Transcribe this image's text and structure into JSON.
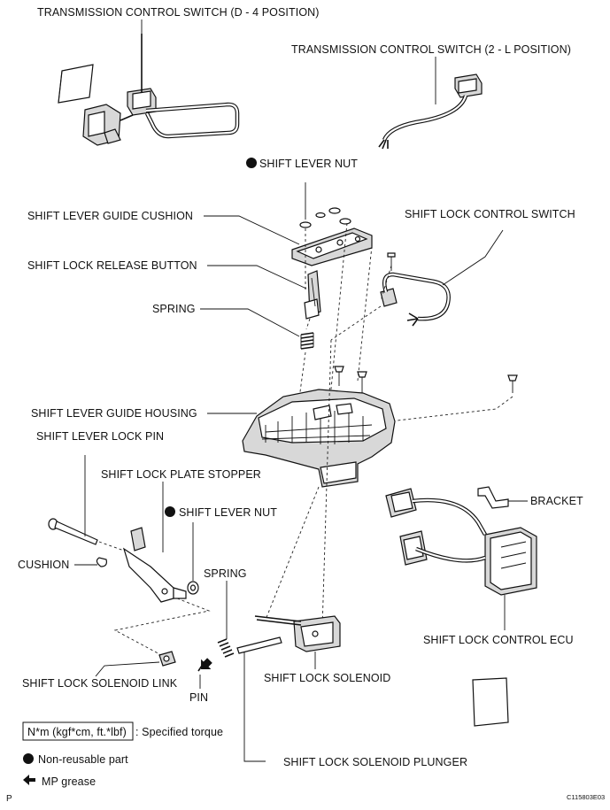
{
  "labels": {
    "tcs_d4": "TRANSMISSION CONTROL SWITCH (D - 4 POSITION)",
    "tcs_2l": "TRANSMISSION CONTROL SWITCH (2 - L POSITION)",
    "shift_lever_nut_top": "SHIFT LEVER NUT",
    "guide_cushion": "SHIFT LEVER GUIDE CUSHION",
    "shift_lock_control_switch": "SHIFT LOCK CONTROL SWITCH",
    "release_button": "SHIFT LOCK RELEASE BUTTON",
    "spring_top": "SPRING",
    "guide_housing": "SHIFT LEVER GUIDE HOUSING",
    "lock_pin": "SHIFT LEVER LOCK PIN",
    "plate_stopper": "SHIFT LOCK PLATE STOPPER",
    "shift_lever_nut_mid": "SHIFT LEVER NUT",
    "bracket": "BRACKET",
    "cushion": "CUSHION",
    "spring_bottom": "SPRING",
    "control_ecu": "SHIFT LOCK CONTROL ECU",
    "solenoid_link": "SHIFT LOCK SOLENOID LINK",
    "solenoid": "SHIFT LOCK SOLENOID",
    "pin": "PIN",
    "plunger": "SHIFT LOCK SOLENOID PLUNGER"
  },
  "legend": {
    "torque_unit": "N*m (kgf*cm, ft.*lbf)",
    "torque_text": ": Specified torque",
    "non_reusable": "Non-reusable part",
    "mp_grease": "MP grease"
  },
  "footer": {
    "page_letter": "P",
    "figure_code": "C115803E03"
  }
}
